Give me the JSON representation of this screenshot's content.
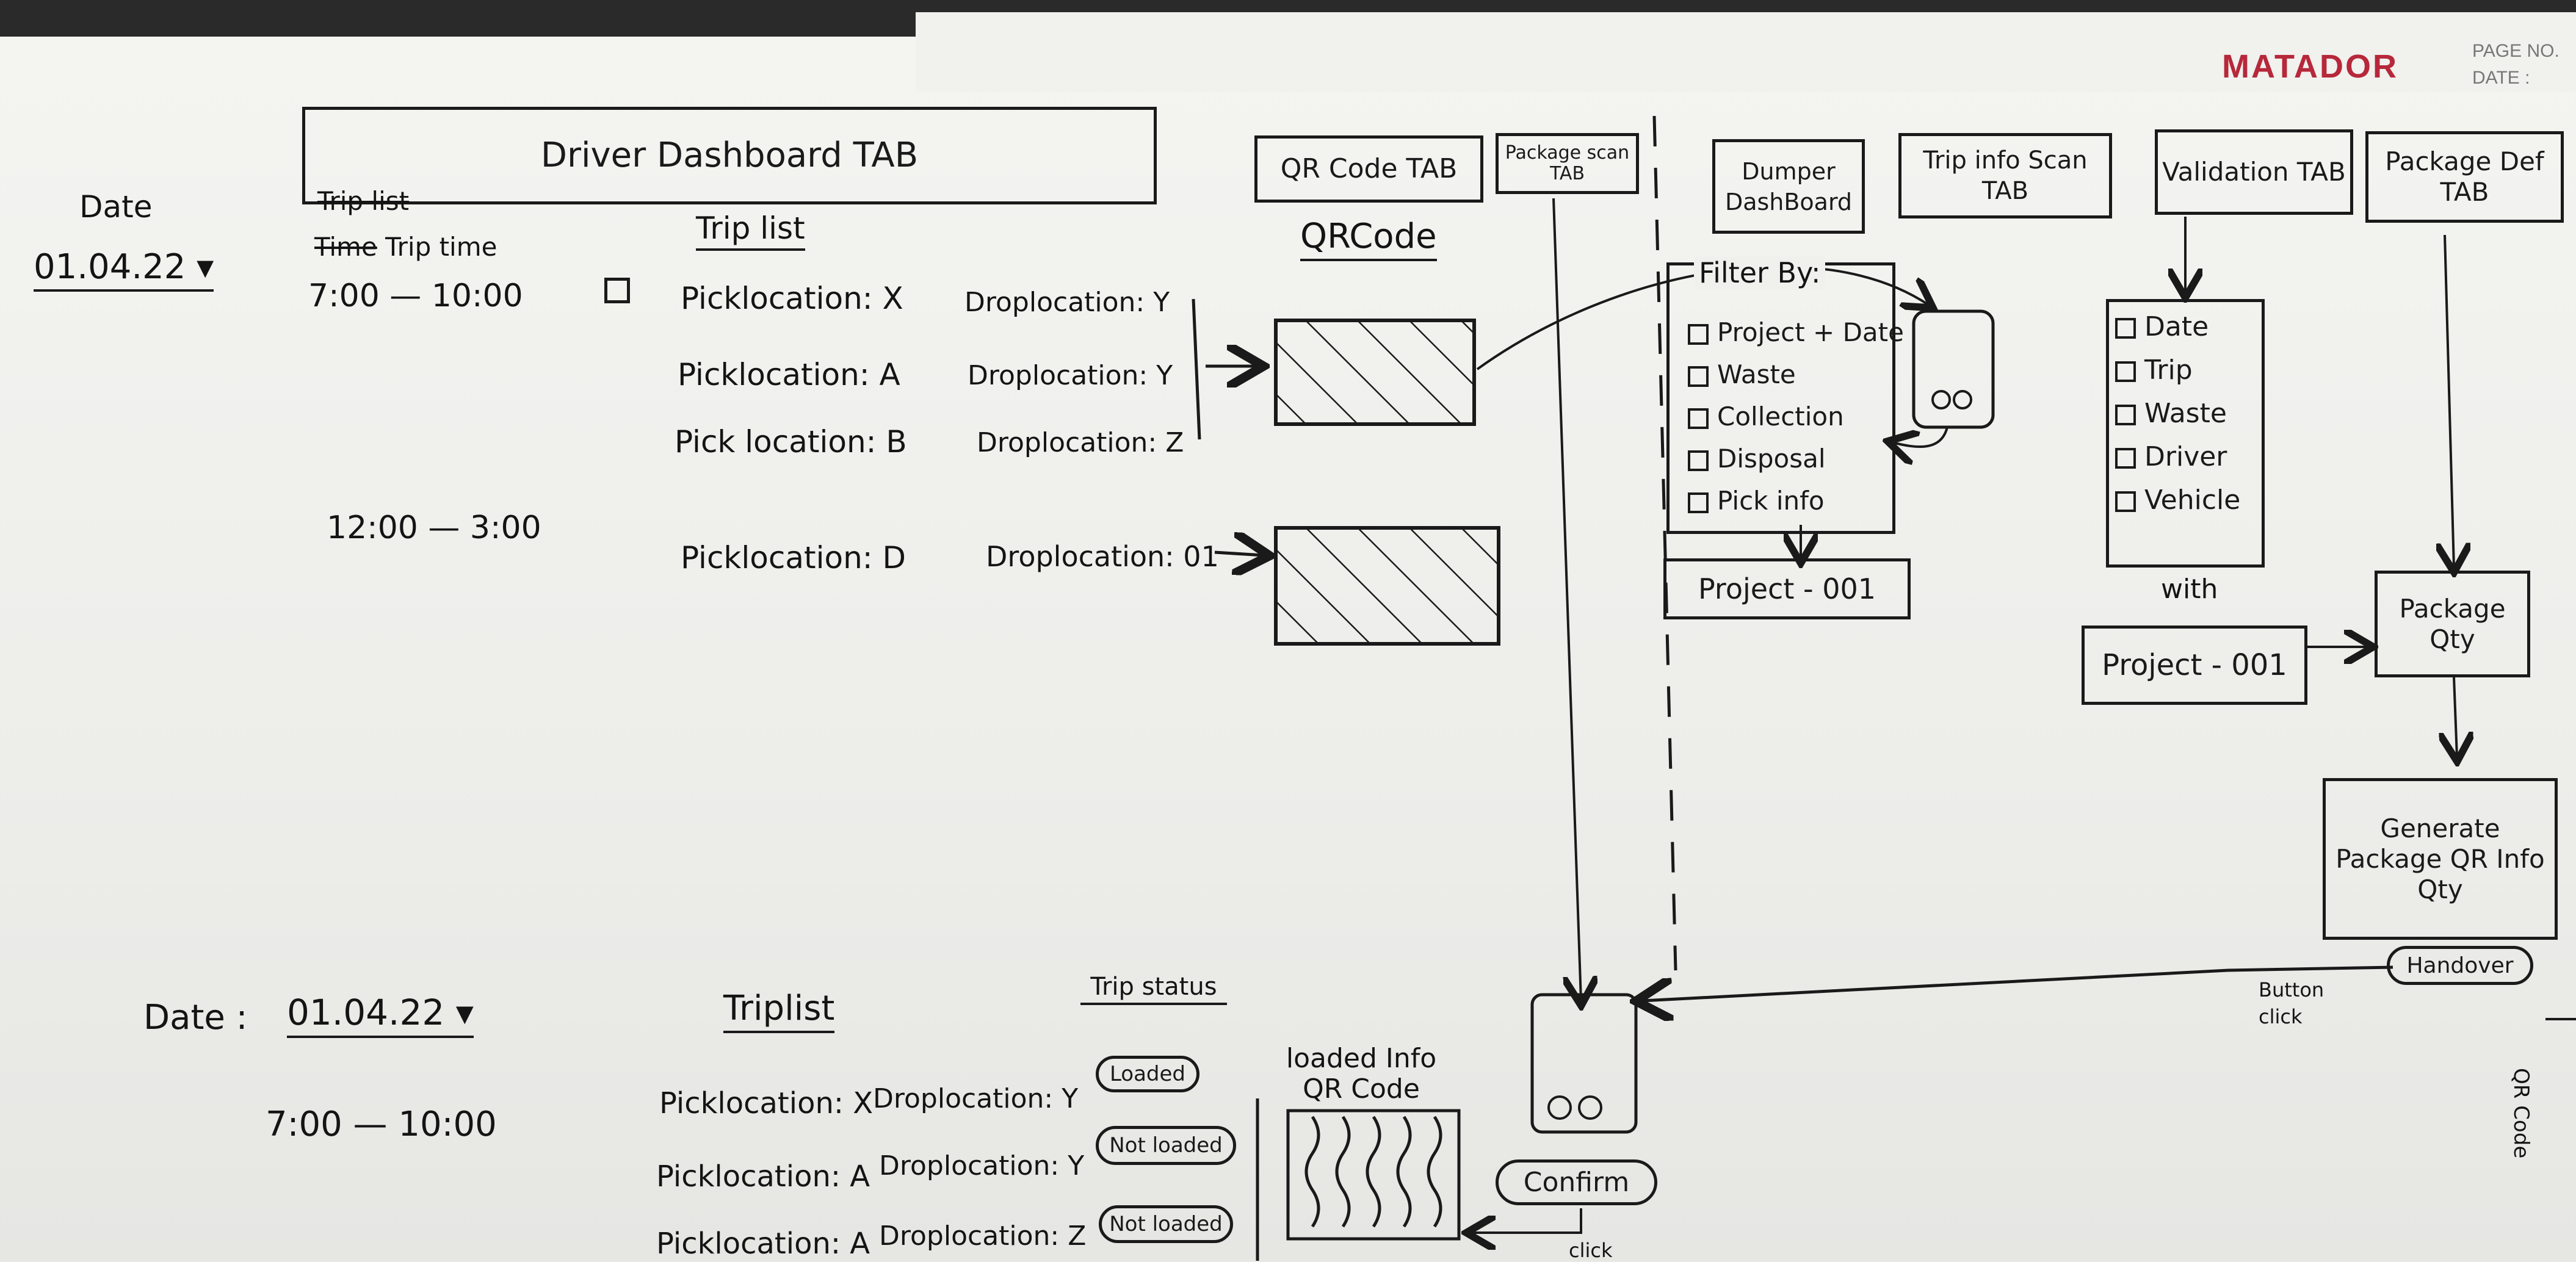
{
  "header": {
    "brand": "MATADOR",
    "page_no_label": "PAGE NO.",
    "date_label": "DATE :"
  },
  "driver_tab": {
    "title": "Driver Dashboard TAB",
    "date_label": "Date",
    "date_value": "01.04.22 ▾",
    "strike_1": "Trip list",
    "strike_2": "Time",
    "trip_time_label": "Trip time",
    "trip_list_label": "Trip list",
    "rows": [
      {
        "time": "7:00 — 10:00",
        "pick": "Picklocation: X",
        "drop": "Droplocation: Y"
      },
      {
        "time": "",
        "pick": "Picklocation: A",
        "drop": "Droplocation: Y"
      },
      {
        "time": "",
        "pick": "Pick location: B",
        "drop": "Droplocation: Z"
      },
      {
        "time": "12:00 — 3:00",
        "pick": "Picklocation: D",
        "drop": "Droplocation: 01"
      }
    ]
  },
  "qr_tab": {
    "title": "QR Code TAB",
    "heading": "QRCode"
  },
  "package_scan_tab": {
    "title": "Package scan TAB"
  },
  "dumper_tab": {
    "title": "Dumper DashBoard",
    "filter_heading": "Filter By:",
    "filters": [
      "Project + Date",
      "Waste",
      "Collection",
      "Disposal",
      "Pick info"
    ],
    "result": "Project - 001"
  },
  "trip_info_tab": {
    "title": "Trip info Scan TAB"
  },
  "validation_tab": {
    "title": "Validation TAB",
    "fields": [
      "Date",
      "Trip",
      "Waste",
      "Driver",
      "Vehicle"
    ],
    "with_label": "with",
    "project": "Project - 001"
  },
  "package_def_tab": {
    "title": "Package Def TAB",
    "package_qty": "Package Qty",
    "generate": "Generate Package QR Info Qty",
    "handover": "Handover",
    "button_click": "Button click",
    "side_note": "QR Code"
  },
  "bottom": {
    "date_label": "Date :",
    "date_value": "01.04.22 ▾",
    "trip_list_label": "Triplist",
    "trip_status_label": "Trip status",
    "time": "7:00 — 10:00",
    "rows": [
      {
        "pick": "Picklocation: X",
        "drop": "Droplocation: Y",
        "status": "Loaded"
      },
      {
        "pick": "Picklocation: A",
        "drop": "Droplocation: Y",
        "status": "Not loaded"
      },
      {
        "pick": "Picklocation: A",
        "drop": "Droplocation: Z",
        "status": "Not loaded"
      }
    ],
    "loaded_info_heading": "loaded Info QR Code",
    "confirm": "Confirm",
    "click": "click"
  }
}
